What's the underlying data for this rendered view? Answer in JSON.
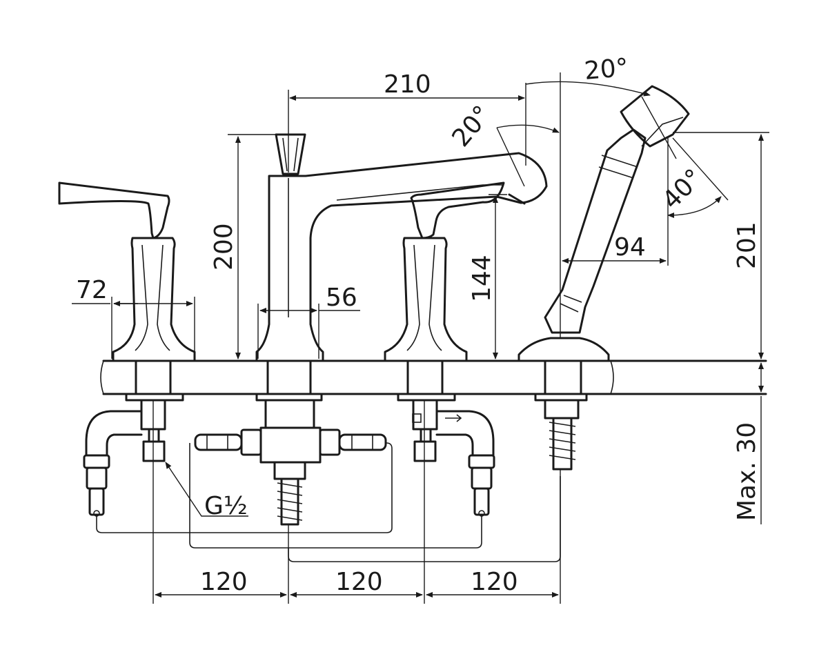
{
  "dimensions": {
    "spout_reach": "210",
    "spout_angle": "20°",
    "handshower_angle_top": "20°",
    "handshower_angle_side": "40°",
    "handle_width": "72",
    "spout_base_width": "56",
    "spout_height": "200",
    "outlet_height": "144",
    "handshower_offset": "94",
    "handshower_height": "201",
    "max_deck_thickness": "Max. 30",
    "connection_thread": "G½",
    "spacing_1": "120",
    "spacing_2": "120",
    "spacing_3": "120"
  }
}
